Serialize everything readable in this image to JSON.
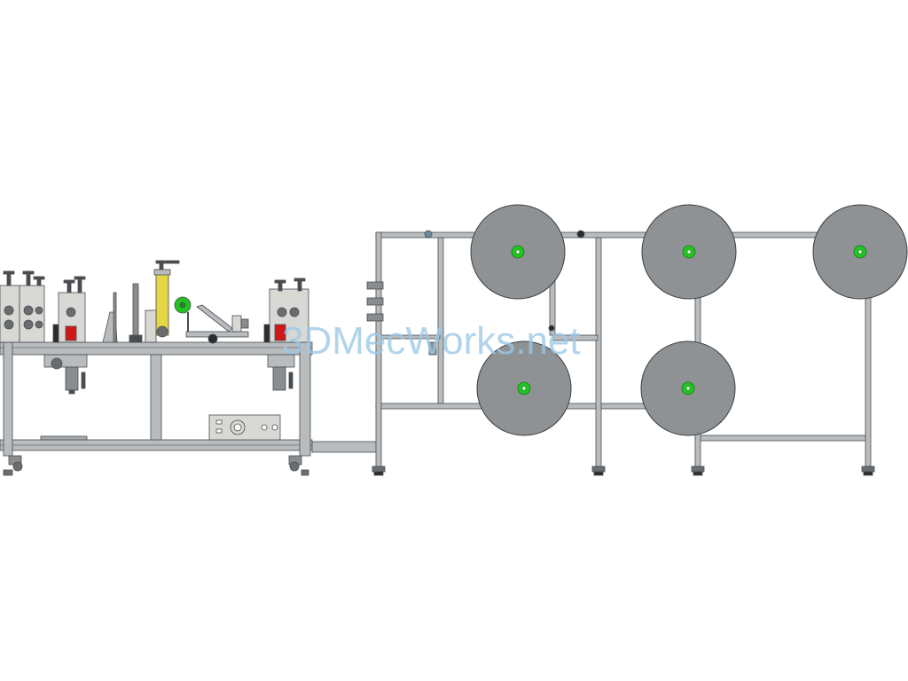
{
  "image": {
    "subject": "mask-machine-cad-drawing",
    "background_color": "#ffffff"
  },
  "watermark": {
    "text": "3DMecWorks.net",
    "color": "#9cc8e6"
  },
  "colors": {
    "frame_profile": "#b9bcbe",
    "frame_outline": "#4a4d50",
    "roll_fill": "#8f9294",
    "roll_outline": "#3c3e40",
    "hub_green": "#22c322",
    "accent_red": "#d01818",
    "accent_yellow": "#e6d645",
    "panel_light": "#d8d8d4"
  },
  "rolls": [
    {
      "id": "roll-top-1"
    },
    {
      "id": "roll-top-2"
    },
    {
      "id": "roll-top-3"
    },
    {
      "id": "roll-bottom-1"
    },
    {
      "id": "roll-bottom-2"
    }
  ]
}
